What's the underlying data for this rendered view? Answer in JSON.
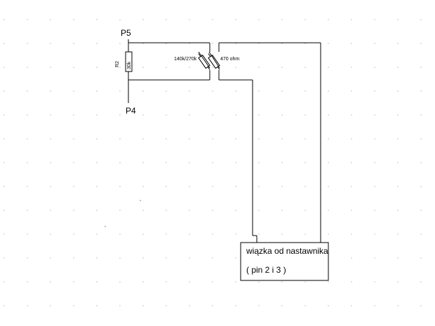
{
  "labels": {
    "pin_top": "P5",
    "pin_bottom": "P4",
    "r2_name": "R2",
    "r2_value": "30k",
    "resistor_a_value": "140k/270k",
    "resistor_b_value": "470 ohm",
    "box_line1": "wiązka od nastawnika",
    "box_line2": "( pin 2 i 3 )"
  }
}
